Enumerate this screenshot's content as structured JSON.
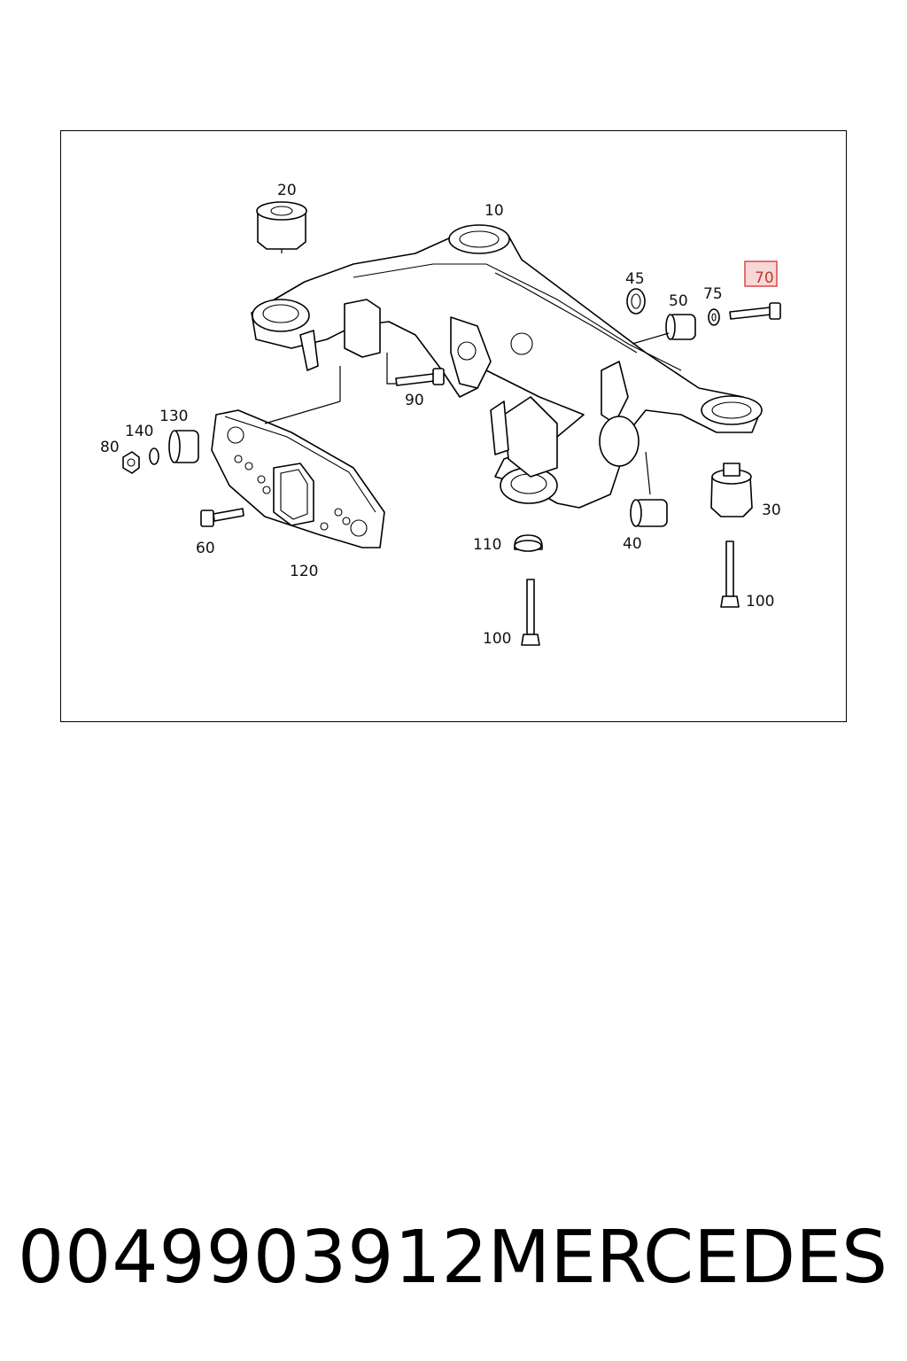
{
  "diagram": {
    "callouts": {
      "c10": "10",
      "c20": "20",
      "c30": "30",
      "c40": "40",
      "c45": "45",
      "c50": "50",
      "c60": "60",
      "c70": "70",
      "c75": "75",
      "c80": "80",
      "c90": "90",
      "c100a": "100",
      "c100b": "100",
      "c110": "110",
      "c120": "120",
      "c130": "130",
      "c140": "140"
    },
    "highlight_color": "#e05050"
  },
  "footer": {
    "part_number": "0049903912",
    "brand": "MERCEDES"
  }
}
